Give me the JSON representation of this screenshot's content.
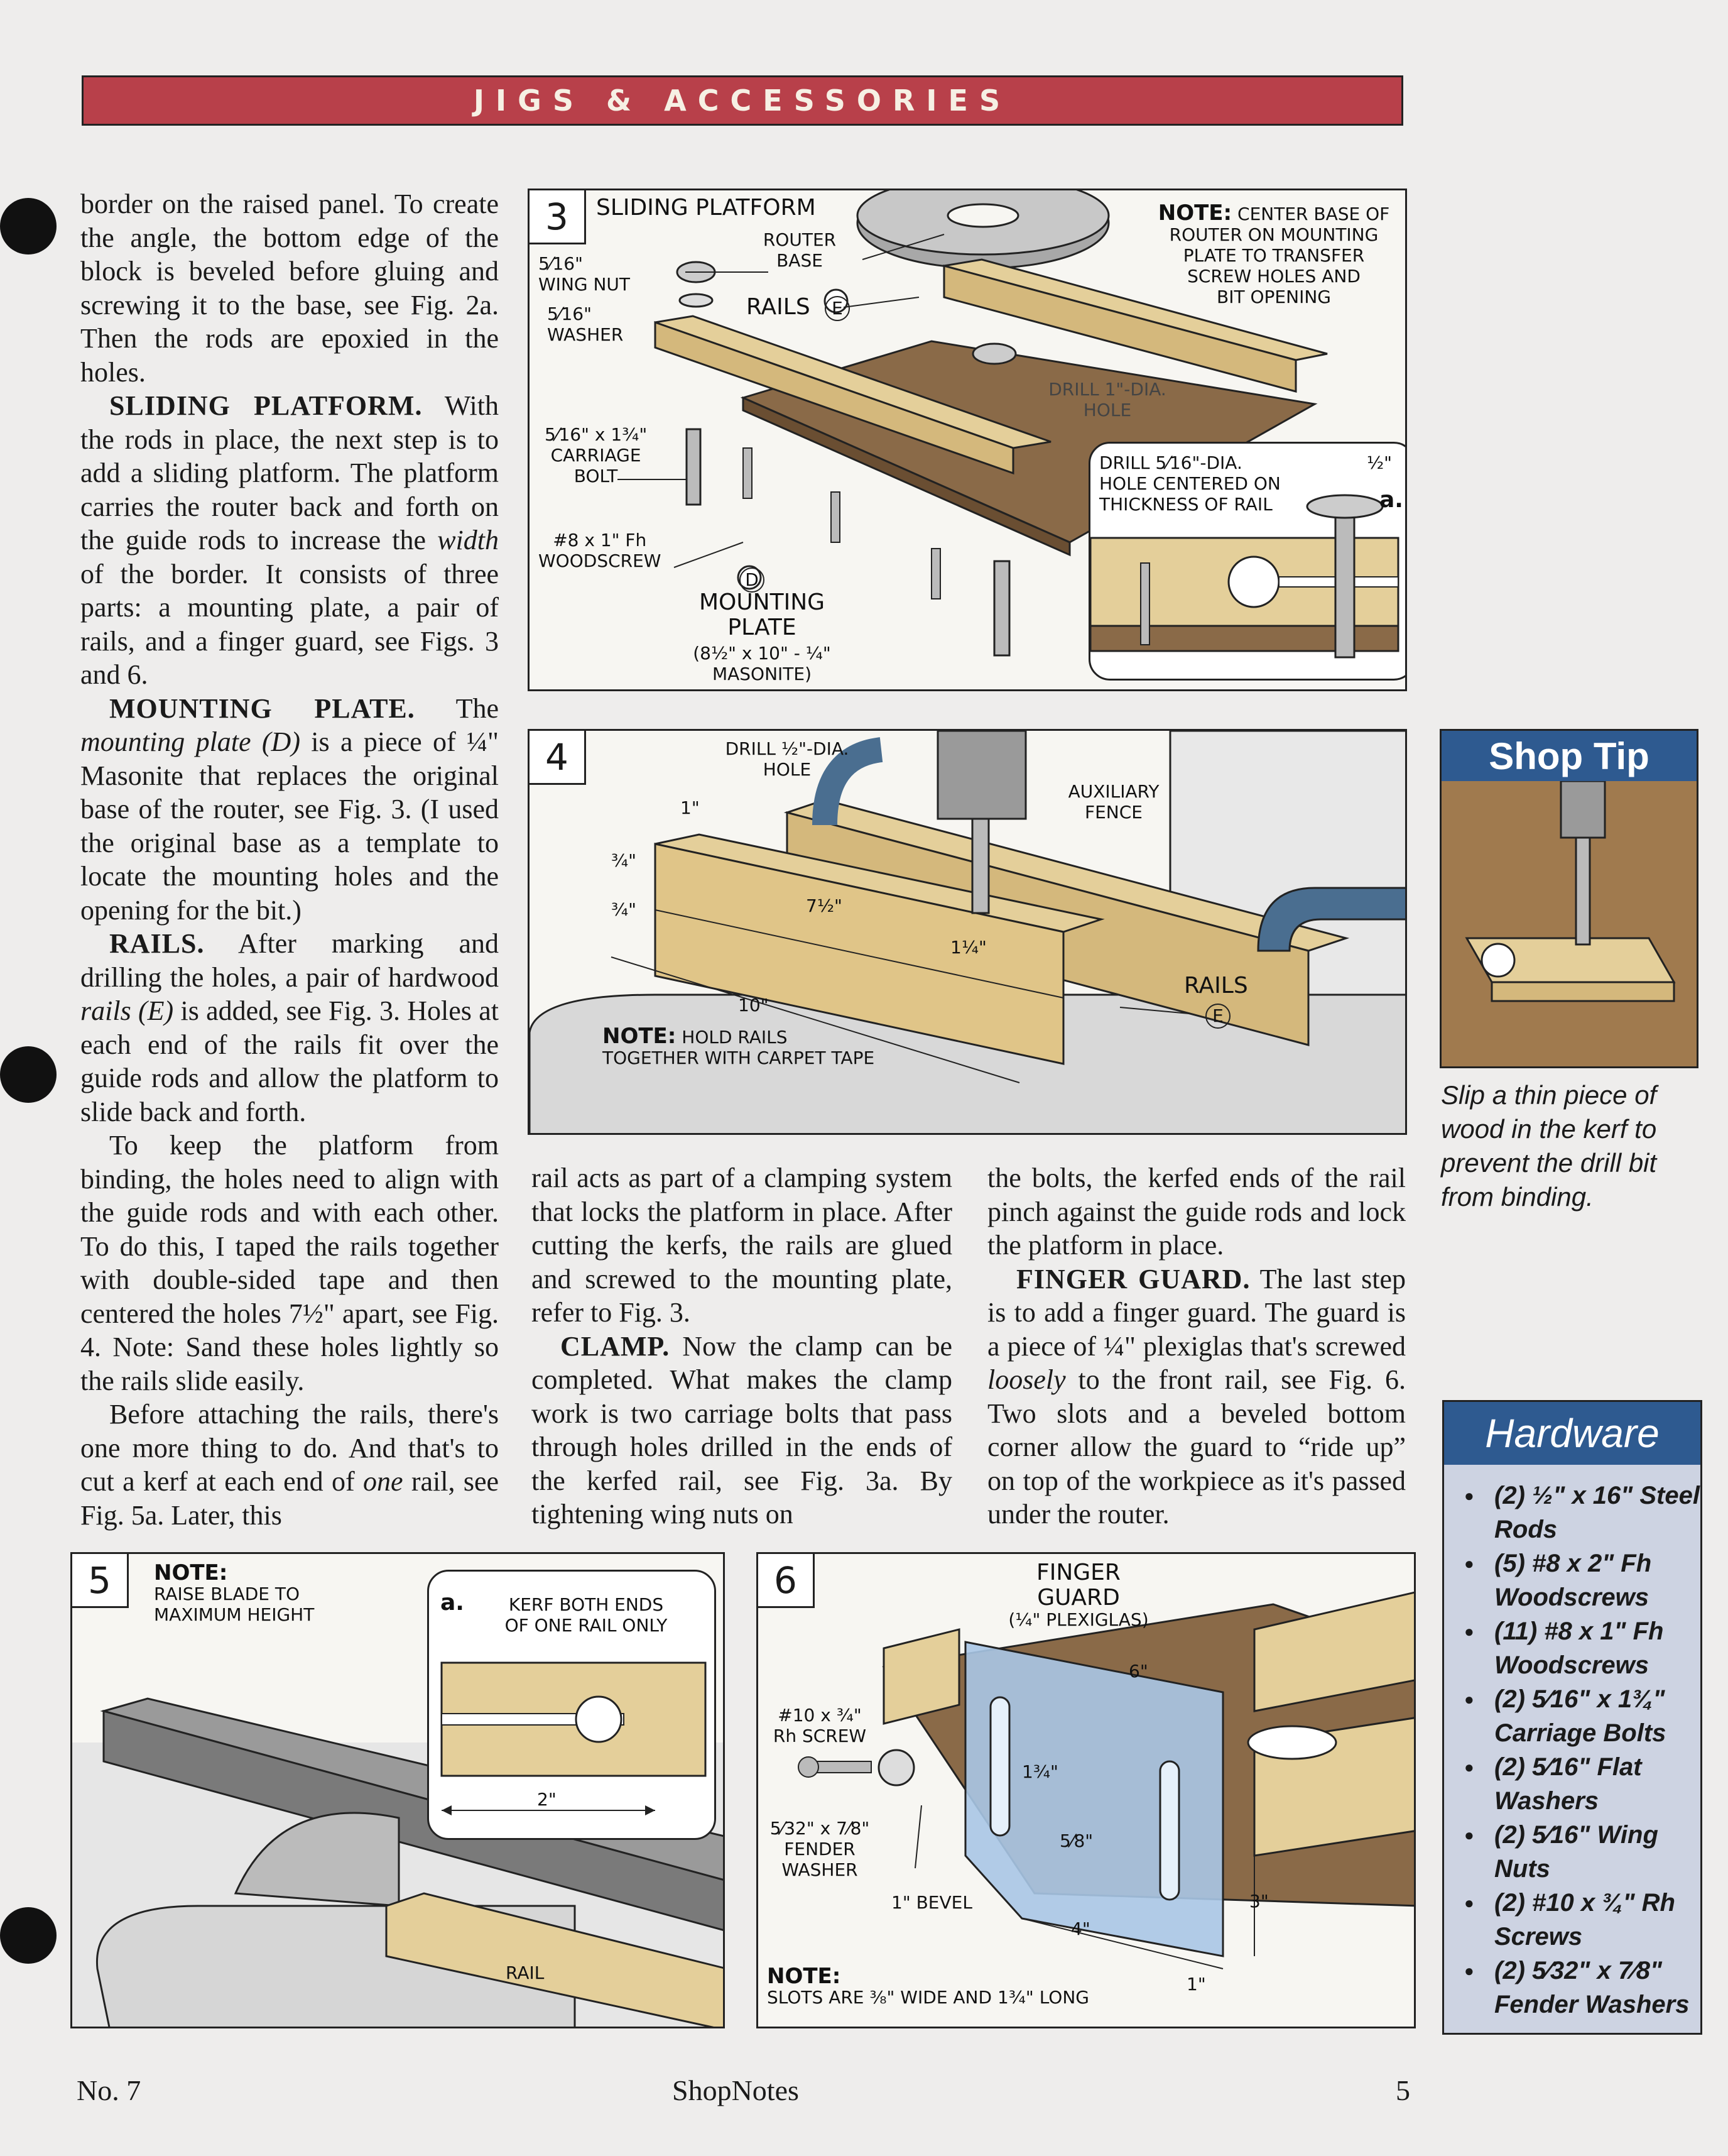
{
  "header": {
    "title": "JIGS & ACCESSORIES"
  },
  "body_text": {
    "col1": {
      "p1": "border on the raised panel. To create the angle, the bottom edge of the block is beveled before gluing and screwing it to the base, see Fig. 2a. Then the rods are epoxied in the holes.",
      "p2_head": "SLIDING PLATFORM.",
      "p2_a": " With the rods in place, the next step is to add a sliding platform. The platform carries the router back and forth on the guide rods to increase the ",
      "p2_em": "width",
      "p2_b": " of the border. It consists of three parts: a mounting plate, a pair of rails, and a finger guard, see Figs. 3 and 6.",
      "p3_head": "MOUNTING PLATE.",
      "p3_a": " The ",
      "p3_em": "mounting plate (D)",
      "p3_b": " is a piece of ¼\" Masonite that replaces the original base of the router, see Fig. 3. (I used the original base as a template to locate the mounting holes and the opening for the bit.)",
      "p4_head": "RAILS.",
      "p4_a": " After marking and drilling the holes, a pair of hardwood ",
      "p4_em": "rails (E)",
      "p4_b": " is added, see Fig. 3. Holes at each end of the rails fit over the guide rods and allow the platform to slide back and forth.",
      "p5": "To keep the platform from binding, the holes need to align with the guide rods and with each other. To do this, I taped the rails together with double-sided tape and then centered the holes 7½\" apart, see Fig. 4. Note: Sand these holes lightly so the rails slide easily.",
      "p6_a": "Before attaching the rails, there's one more thing to do. And that's to cut a kerf at each end of ",
      "p6_em": "one",
      "p6_b": " rail, see Fig. 5a. Later, this"
    },
    "col2": {
      "p1": "rail acts as part of a clamping system that locks the platform in place. After cutting the kerfs, the rails are glued and screwed to the mounting plate, refer to Fig. 3.",
      "p2_head": "CLAMP.",
      "p2_b": " Now the clamp can be completed. What makes the clamp work is two carriage bolts that pass through holes drilled in the ends of the kerfed rail, see Fig. 3a. By tightening wing nuts on"
    },
    "col3": {
      "p1": "the bolts, the kerfed ends of the rail pinch against the guide rods and lock the platform in place.",
      "p2_head": "FINGER GUARD.",
      "p2_a": " The last step is to add a finger guard. The guard is a piece of ¼\" plexiglas that's screwed ",
      "p2_em": "loosely",
      "p2_b": " to the front rail, see Fig. 6. Two slots and a beveled bottom corner allow the guard to “ride up” on top of the workpiece as it's passed under the router."
    }
  },
  "fig3": {
    "number": "3",
    "title": "SLIDING PLATFORM",
    "router_base": "ROUTER\nBASE",
    "wing_nut": "5⁄16\"\nWING NUT",
    "washer": "5⁄16\"\nWASHER",
    "rails": "RAILS",
    "rails_letter": "E",
    "note_head": "NOTE:",
    "note_text": "CENTER BASE OF\nROUTER ON MOUNTING\nPLATE TO TRANSFER\nSCREW HOLES AND\nBIT OPENING",
    "drill": "DRILL 1\"-DIA.\nHOLE",
    "carriage_bolt": "5⁄16\" x 1¾\"\nCARRIAGE\nBOLT",
    "woodscrew": "#8 x 1\" Fh\nWOODSCREW",
    "plate_letter": "D",
    "mounting_plate": "MOUNTING\nPLATE",
    "plate_size": "(8½\" x 10\" - ¼\"\nMASONITE)",
    "inset_label": "a.",
    "inset_drill": "DRILL 5⁄16\"-DIA.\nHOLE CENTERED ON\nTHICKNESS OF RAIL",
    "inset_dim": "½\""
  },
  "fig4": {
    "number": "4",
    "drill": "DRILL ½\"-DIA.\nHOLE",
    "dim_1": "1\"",
    "dim_34a": "¾\"",
    "dim_34b": "¾\"",
    "dim_712": "7½\"",
    "dim_114": "1¼\"",
    "dim_10": "10\"",
    "aux_fence": "AUXILIARY\nFENCE",
    "rails": "RAILS",
    "rails_letter": "E",
    "note_head": "NOTE:",
    "note_text": "HOLD RAILS\nTOGETHER WITH CARPET TAPE"
  },
  "shop_tip": {
    "title": "Shop Tip",
    "caption": "Slip a thin piece of wood in the kerf to prevent the drill bit from binding."
  },
  "hardware": {
    "title": "Hardware",
    "items": [
      "(2) ½\" x 16\" Steel Rods",
      "(5) #8 x 2\" Fh Woodscrews",
      "(11) #8 x 1\" Fh Woodscrews",
      "(2) 5⁄16\" x 1¾\" Carriage Bolts",
      "(2) 5⁄16\" Flat Washers",
      "(2) 5⁄16\" Wing Nuts",
      "(2) #10 x ¾\" Rh Screws",
      "(2) 5⁄32\" x 7⁄8\" Fender Washers"
    ]
  },
  "fig5": {
    "number": "5",
    "note_head": "NOTE:",
    "note_text": "RAISE BLADE TO\nMAXIMUM HEIGHT",
    "inset_label": "a.",
    "inset_text": "KERF BOTH ENDS\nOF ONE RAIL ONLY",
    "inset_dim": "2\"",
    "rail": "RAIL"
  },
  "fig6": {
    "number": "6",
    "finger_guard": "FINGER\nGUARD",
    "plexi": "(¼\" PLEXIGLAS)",
    "rh_screw": "#10 x ¾\"\nRh SCREW",
    "fender_washer": "5⁄32\" x 7⁄8\"\nFENDER\nWASHER",
    "bevel": "1\" BEVEL",
    "dim_6": "6\"",
    "dim_134": "1¾\"",
    "dim_58": "5⁄8\"",
    "dim_4": "4\"",
    "dim_3": "3\"",
    "dim_1": "1\"",
    "note_head": "NOTE:",
    "note_text": "SLOTS ARE ⅜\" WIDE AND 1¾\" LONG"
  },
  "footer": {
    "issue": "No. 7",
    "magazine": "ShopNotes",
    "page": "5"
  },
  "colors": {
    "header_bar": "#b8404a",
    "wood": "#e4cf9a",
    "blue_accent": "#2e5a90",
    "plexiglas": "#a9c7e6",
    "hardware_bg": "#cdd3e2"
  }
}
